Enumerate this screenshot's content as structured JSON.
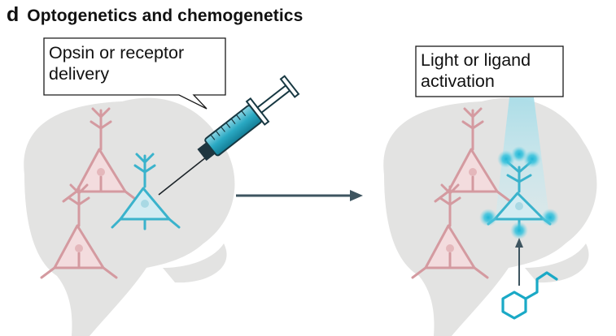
{
  "figure": {
    "panel_label": "d",
    "title": "Optogenetics and chemogenetics"
  },
  "left_callout": {
    "line1": "Opsin or receptor",
    "line2": "delivery"
  },
  "right_callout": {
    "line1": "Light or ligand",
    "line2": "activation"
  },
  "colors": {
    "brain": "#e3e3e2",
    "neuron_pink": "#d8a1a6",
    "neuron_pink_fill": "#f1d8da",
    "neuron_cyan": "#3ab3cc",
    "neuron_cyan_fill": "#cfe9f0",
    "arrow": "#3e5560",
    "syringe_barrel": "#3bb2c8",
    "light_beam": "#bfe6ee"
  },
  "icons": {
    "syringe": "syringe-icon",
    "ligand": "ligand-molecule-icon",
    "arrow": "arrow-right-icon"
  }
}
